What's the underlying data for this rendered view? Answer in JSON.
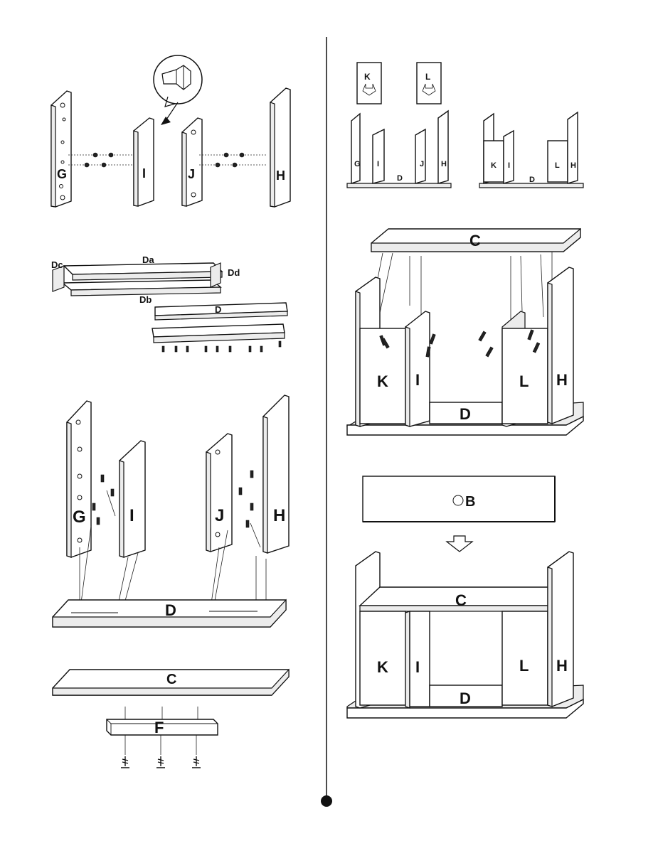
{
  "labels": {
    "G": "G",
    "I": "I",
    "J": "J",
    "H": "H",
    "Da": "Da",
    "Db": "Db",
    "Dc": "Dc",
    "Dd": "Dd",
    "D": "D",
    "C": "C",
    "F": "F",
    "K": "K",
    "L": "L",
    "B": "B"
  },
  "icons": {
    "cam-lock-detail": "cam-lock-detail-icon",
    "down-arrow": "down-arrow-icon",
    "screw": "screw-icon",
    "dowel": "dowel-icon",
    "page-marker": "page-marker-icon"
  },
  "colors": {
    "ink": "#111111",
    "paper": "#ffffff",
    "shade": "#ececec"
  }
}
